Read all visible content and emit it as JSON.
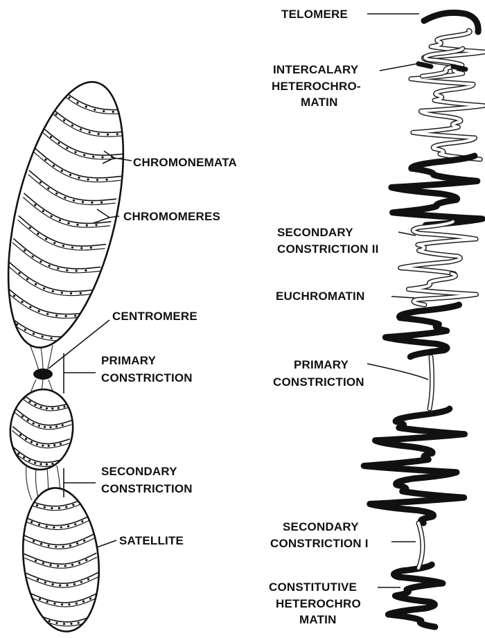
{
  "left_labels": {
    "chromonemata": "CHROMONEMATA",
    "chromomeres": "CHROMOMERES",
    "centromere": "CENTROMERE",
    "primary_1": "PRIMARY",
    "primary_2": "CONSTRICTION",
    "secondary_1": "SECONDARY",
    "secondary_2": "CONSTRICTION",
    "satellite": "SATELLITE"
  },
  "right_labels": {
    "telomere": "TELOMERE",
    "intercalary_1": "INTERCALARY",
    "intercalary_2": "HETEROCHRO-",
    "intercalary_3": "MATIN",
    "sec2_1": "SECONDARY",
    "sec2_2": "CONSTRICTION II",
    "euchromatin": "EUCHROMATIN",
    "primary_1": "PRIMARY",
    "primary_2": "CONSTRICTION",
    "sec1_1": "SECONDARY",
    "sec1_2": "CONSTRICTION I",
    "constitutive_1": "CONSTITUTIVE",
    "constitutive_2": "HETEROCHRO",
    "constitutive_3": "MATIN"
  }
}
